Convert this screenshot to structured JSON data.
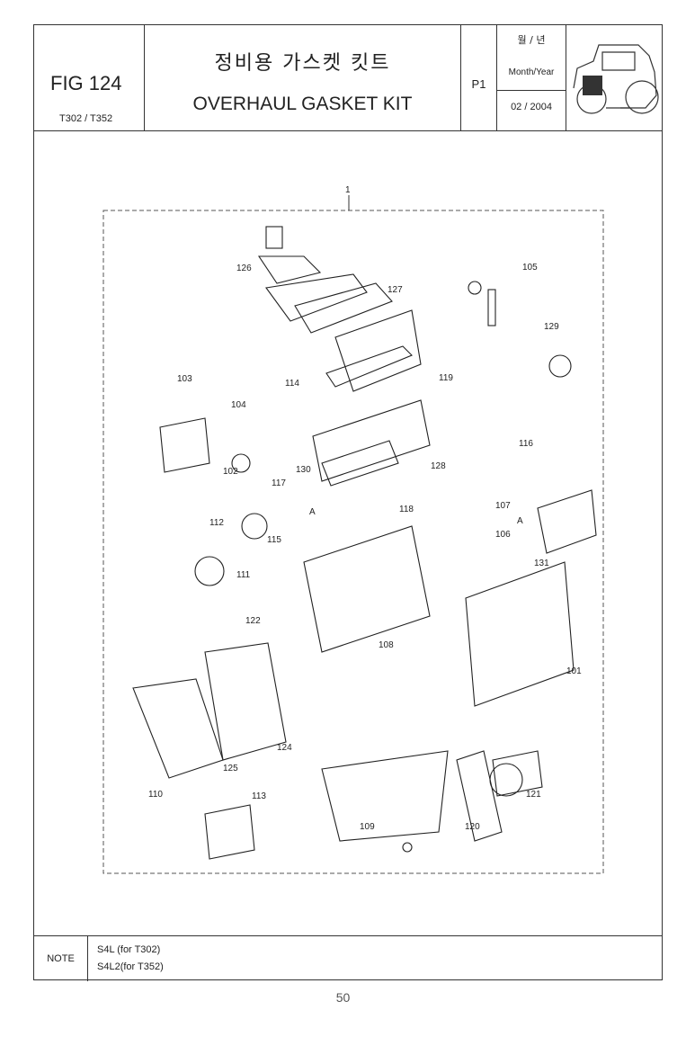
{
  "header": {
    "fig_label": "FIG 124",
    "models": "T302 / T352",
    "title_korean": "정비용 가스켓 킷트",
    "title_english": "OVERHAUL GASKET KIT",
    "page_code": "P1",
    "date_header": "월 / 년",
    "date_subheader": "Month/Year",
    "date_value": "02 / 2004"
  },
  "tractor_icon": "tractor-icon",
  "diagram": {
    "kit_callout": "1",
    "section_marker": "A",
    "part_callouts": [
      "101",
      "102",
      "103",
      "104",
      "105",
      "106",
      "107",
      "108",
      "109",
      "110",
      "111",
      "112",
      "113",
      "114",
      "115",
      "116",
      "117",
      "118",
      "119",
      "120",
      "121",
      "122",
      "124",
      "125",
      "126",
      "127",
      "128",
      "129",
      "130",
      "131"
    ]
  },
  "note": {
    "label": "NOTE",
    "lines": [
      "S4L  (for T302)",
      "S4L2(for T352)"
    ]
  },
  "page_number": "50"
}
